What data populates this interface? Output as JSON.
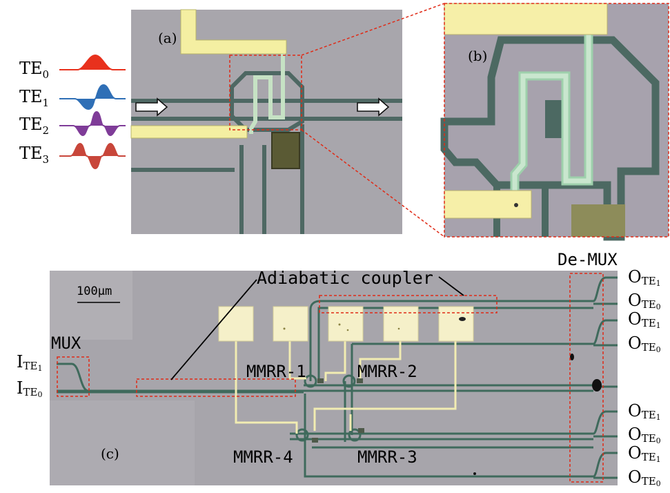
{
  "panels": {
    "a": "(a)",
    "b": "(b)",
    "c": "(c)"
  },
  "modes": [
    {
      "base": "TE",
      "sub": "0",
      "color": "#e8311d"
    },
    {
      "base": "TE",
      "sub": "1",
      "color": "#2f6fb6"
    },
    {
      "base": "TE",
      "sub": "2",
      "color": "#7f3c98"
    },
    {
      "base": "TE",
      "sub": "3",
      "color": "#c8463a"
    }
  ],
  "labels": {
    "scale_bar": "100μm",
    "adiabatic_coupler": "Adiabatic coupler",
    "mux": "MUX",
    "demux": "De-MUX",
    "mmrr1": "MMRR-1",
    "mmrr2": "MMRR-2",
    "mmrr3": "MMRR-3",
    "mmrr4": "MMRR-4"
  },
  "inputs": [
    {
      "base": "I",
      "sub": "TE",
      "subsub": "1"
    },
    {
      "base": "I",
      "sub": "TE",
      "subsub": "0"
    }
  ],
  "outputs": [
    {
      "base": "O",
      "sub": "TE",
      "subsub": "1"
    },
    {
      "base": "O",
      "sub": "TE",
      "subsub": "0"
    },
    {
      "base": "O",
      "sub": "TE",
      "subsub": "1"
    },
    {
      "base": "O",
      "sub": "TE",
      "subsub": "0"
    },
    {
      "base": "O",
      "sub": "TE",
      "subsub": "1"
    },
    {
      "base": "O",
      "sub": "TE",
      "subsub": "0"
    },
    {
      "base": "O",
      "sub": "TE",
      "subsub": "1"
    },
    {
      "base": "O",
      "sub": "TE",
      "subsub": "0"
    }
  ],
  "colors": {
    "chip_bg": "#a9a6ab",
    "chip_bg_c": "#a7a5ab",
    "waveguide": "#3f6a5c",
    "heater": "#f3f0a6",
    "highlight_box": "#e02a16"
  }
}
